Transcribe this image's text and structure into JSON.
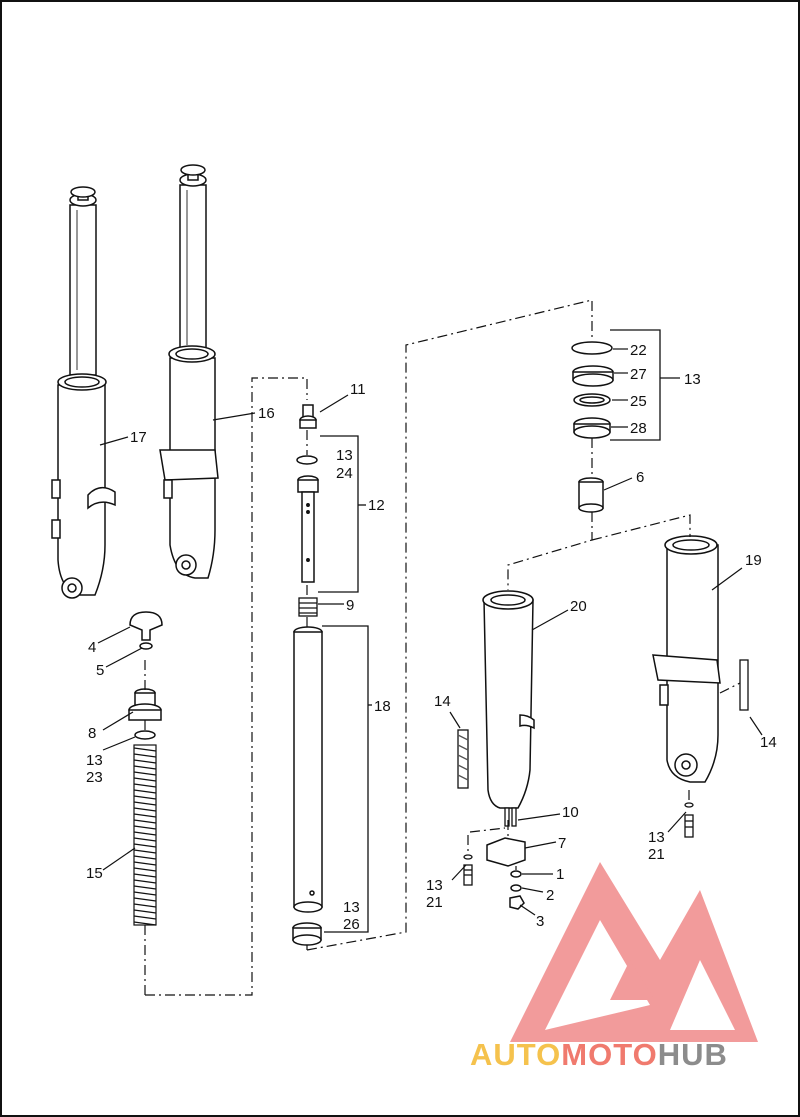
{
  "callouts": {
    "c1": "1",
    "c2": "2",
    "c3": "3",
    "c4": "4",
    "c5": "5",
    "c6": "6",
    "c7": "7",
    "c8": "8",
    "c9": "9",
    "c10": "10",
    "c11": "11",
    "c12": "12",
    "c13a": "13",
    "c13b": "13",
    "c13c": "13",
    "c13d": "13",
    "c13e": "13",
    "c13f": "13",
    "c14a": "14",
    "c14b": "14",
    "c15": "15",
    "c16": "16",
    "c17": "17",
    "c18": "18",
    "c19": "19",
    "c20": "20",
    "c21a": "21",
    "c21b": "21",
    "c22": "22",
    "c23": "23",
    "c24": "24",
    "c25": "25",
    "c26": "26",
    "c27": "27",
    "c28": "28"
  },
  "watermark": {
    "auto": "AUTO",
    "moto": "MOTO",
    "hub": "HUB",
    "colors": {
      "auto": "#f5c24d",
      "moto": "#f07a6e",
      "hub": "#8c8c8c",
      "logo": "#f08a8a"
    }
  },
  "colors": {
    "line": "#111111",
    "part_fill": "#ffffff",
    "shade": "#555555"
  }
}
